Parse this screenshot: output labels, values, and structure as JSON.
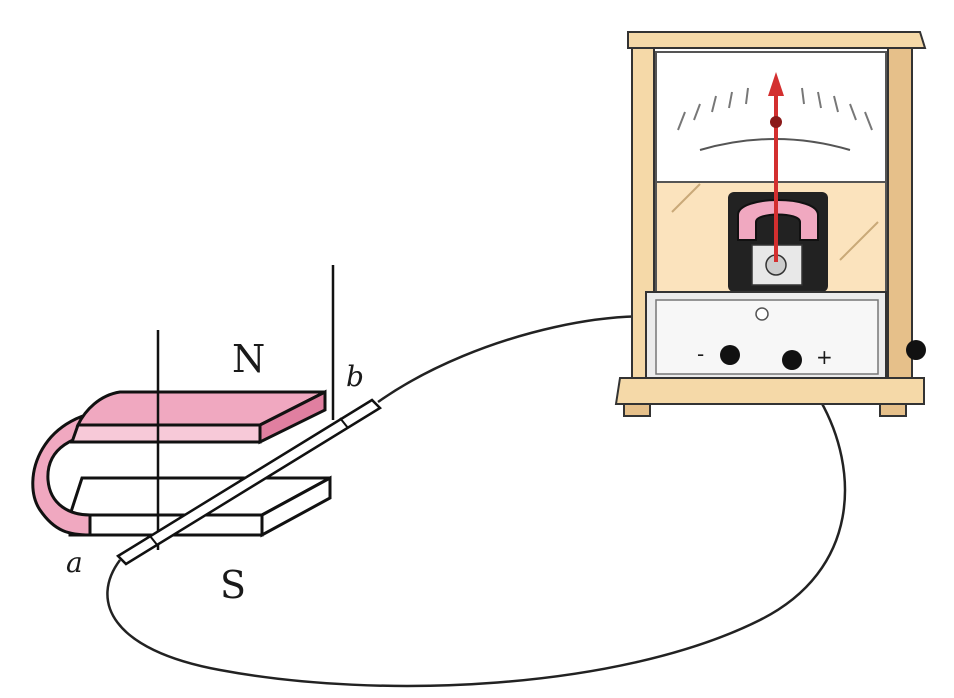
{
  "labels": {
    "north": "N",
    "south": "S",
    "end_a": "a",
    "end_b": "b",
    "terminal_minus": "-",
    "terminal_plus": "+"
  },
  "colors": {
    "magnet_pink": "#f0a8c0",
    "magnet_pink_dark": "#e07fa0",
    "meter_wood": "#f5d9a8",
    "meter_wood_dark": "#e6c08a",
    "meter_panel": "#fbe3bd",
    "needle": "#d32f2f",
    "wire": "#222222"
  },
  "icons": {
    "magnet": "horseshoe-magnet-icon",
    "meter": "galvanometer-icon"
  }
}
